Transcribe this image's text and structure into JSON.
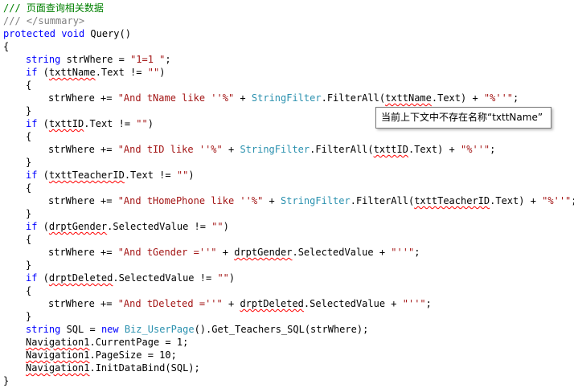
{
  "code": {
    "comment_summary": "/// 页面查询相关数据",
    "comment_summary_end_prefix": "/// ",
    "comment_summary_end_tag": "</summary>",
    "method_signature": {
      "kw_protected": "protected",
      "kw_void": "void",
      "name": "Query()"
    },
    "open_brace": "{",
    "close_brace": "}",
    "decl": {
      "kw": "string",
      "rest": " strWhere = ",
      "str": "\"1=1 \"",
      "end": ";"
    },
    "blocks": [
      {
        "cond_kw": "if",
        "cond_pre": " (",
        "cond_var": "txttName",
        "cond_mid": ".Text != ",
        "cond_str": "\"\"",
        "cond_end": ")",
        "body_pre": "strWhere += ",
        "body_str1": "\"And tName like ''%\"",
        "body_plus1": " + ",
        "body_type": "StringFilter",
        "body_call": ".FilterAll(",
        "body_arg": "txttName",
        "body_arg_rest": ".Text) + ",
        "body_str2": "\"%''\"",
        "body_end": ";"
      },
      {
        "cond_kw": "if",
        "cond_pre": " (",
        "cond_var": "txttID",
        "cond_mid": ".Text != ",
        "cond_str": "\"\"",
        "cond_end": ")",
        "body_pre": "strWhere += ",
        "body_str1": "\"And tID like ''%\"",
        "body_plus1": " + ",
        "body_type": "StringFilter",
        "body_call": ".FilterAll(",
        "body_arg": "txttID",
        "body_arg_rest": ".Text) + ",
        "body_str2": "\"%''\"",
        "body_end": ";"
      },
      {
        "cond_kw": "if",
        "cond_pre": " (",
        "cond_var": "txttTeacherID",
        "cond_mid": ".Text != ",
        "cond_str": "\"\"",
        "cond_end": ")",
        "body_pre": "strWhere += ",
        "body_str1": "\"And tHomePhone like ''%\"",
        "body_plus1": " + ",
        "body_type": "StringFilter",
        "body_call": ".FilterAll(",
        "body_arg": "txttTeacherID",
        "body_arg_rest": ".Text) + ",
        "body_str2": "\"%''\"",
        "body_end": ";"
      },
      {
        "cond_kw": "if",
        "cond_pre": " (",
        "cond_var": "drptGender",
        "cond_mid": ".SelectedValue != ",
        "cond_str": "\"\"",
        "cond_end": ")",
        "body_pre": "strWhere += ",
        "body_str1": "\"And tGender =''\"",
        "body_plus1": " + ",
        "body_arg": "drptGender",
        "body_arg_rest": ".SelectedValue + ",
        "body_str2": "\"''\"",
        "body_end": ";"
      },
      {
        "cond_kw": "if",
        "cond_pre": " (",
        "cond_var": "drptDeleted",
        "cond_mid": ".SelectedValue != ",
        "cond_str": "\"\"",
        "cond_end": ")",
        "body_pre": "strWhere += ",
        "body_str1": "\"And tDeleted =''\"",
        "body_plus1": " + ",
        "body_arg": "drptDeleted",
        "body_arg_rest": ".SelectedValue + ",
        "body_str2": "\"''\"",
        "body_end": ";"
      }
    ],
    "sql_line": {
      "kw_string": "string",
      "mid": " SQL = ",
      "kw_new": "new",
      "sp": " ",
      "type": "Biz_UserPage",
      "rest": "().Get_Teachers_SQL(strWhere);"
    },
    "nav_lines": [
      {
        "obj": "Navigation1",
        "rest": ".CurrentPage = 1;"
      },
      {
        "obj": "Navigation1",
        "rest": ".PageSize = 10;"
      },
      {
        "obj": "Navigation1",
        "rest": ".InitDataBind(SQL);"
      }
    ]
  },
  "tooltip": {
    "text": "当前上下文中不存在名称“txttName”"
  }
}
